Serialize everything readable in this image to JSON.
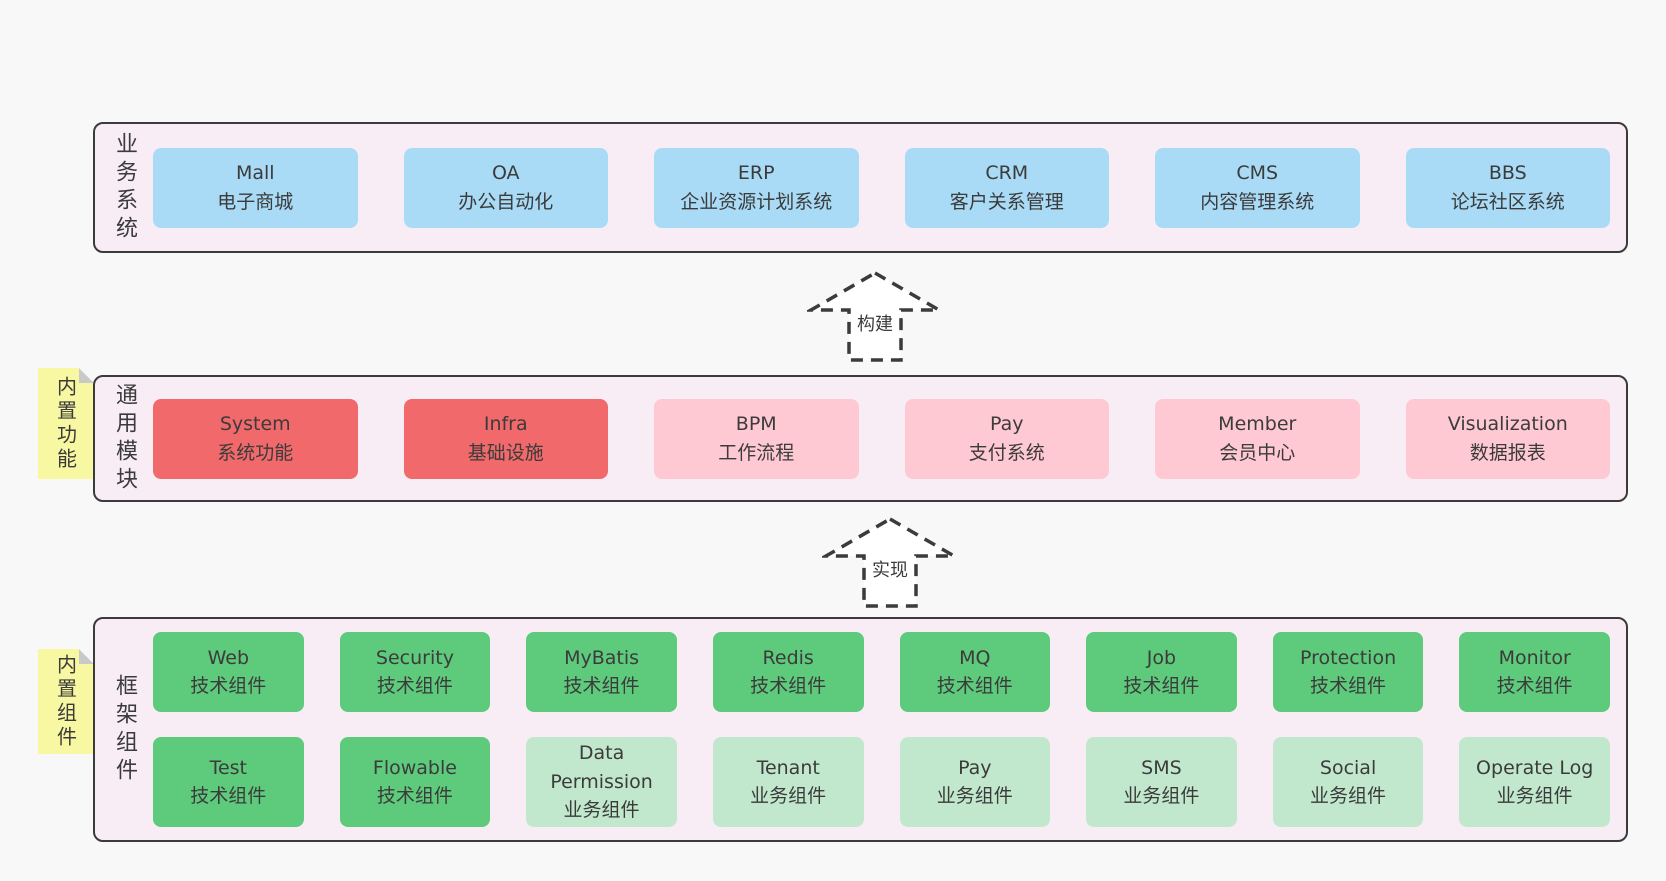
{
  "diagram": {
    "arrows": [
      {
        "label": "构建"
      },
      {
        "label": "实现"
      }
    ],
    "layers": [
      {
        "label": "业务系统",
        "boxes": [
          {
            "en": "Mall",
            "zh": "电子商城"
          },
          {
            "en": "OA",
            "zh": "办公自动化"
          },
          {
            "en": "ERP",
            "zh": "企业资源计划系统"
          },
          {
            "en": "CRM",
            "zh": "客户关系管理"
          },
          {
            "en": "CMS",
            "zh": "内容管理系统"
          },
          {
            "en": "BBS",
            "zh": "论坛社区系统"
          }
        ]
      },
      {
        "label": "通用模块",
        "sticky": "内置功能",
        "boxes": [
          {
            "en": "System",
            "zh": "系统功能"
          },
          {
            "en": "Infra",
            "zh": "基础设施"
          },
          {
            "en": "BPM",
            "zh": "工作流程"
          },
          {
            "en": "Pay",
            "zh": "支付系统"
          },
          {
            "en": "Member",
            "zh": "会员中心"
          },
          {
            "en": "Visualization",
            "zh": "数据报表"
          }
        ]
      },
      {
        "label": "框架组件",
        "sticky": "内置组件",
        "boxes": [
          {
            "en": "Web",
            "zh": "技术组件"
          },
          {
            "en": "Security",
            "zh": "技术组件"
          },
          {
            "en": "MyBatis",
            "zh": "技术组件"
          },
          {
            "en": "Redis",
            "zh": "技术组件"
          },
          {
            "en": "MQ",
            "zh": "技术组件"
          },
          {
            "en": "Job",
            "zh": "技术组件"
          },
          {
            "en": "Protection",
            "zh": "技术组件"
          },
          {
            "en": "Monitor",
            "zh": "技术组件"
          },
          {
            "en": "Test",
            "zh": "技术组件"
          },
          {
            "en": "Flowable",
            "zh": "技术组件"
          },
          {
            "en": "Data Permission",
            "zh": "业务组件"
          },
          {
            "en": "Tenant",
            "zh": "业务组件"
          },
          {
            "en": "Pay",
            "zh": "业务组件"
          },
          {
            "en": "SMS",
            "zh": "业务组件"
          },
          {
            "en": "Social",
            "zh": "业务组件"
          },
          {
            "en": "Operate Log",
            "zh": "业务组件"
          }
        ]
      }
    ],
    "colors": {
      "business_box": "#a9dbf6",
      "core_module_box": "#f1696b",
      "optional_module_box": "#ffc9d3",
      "tech_component_box": "#5eca7b",
      "biz_component_box": "#c1e8cd",
      "layer_background": "#f8edf5",
      "sticky_background": "#f8f8a2",
      "border": "#3b3b3b",
      "page_background": "#f8f8f8"
    }
  }
}
